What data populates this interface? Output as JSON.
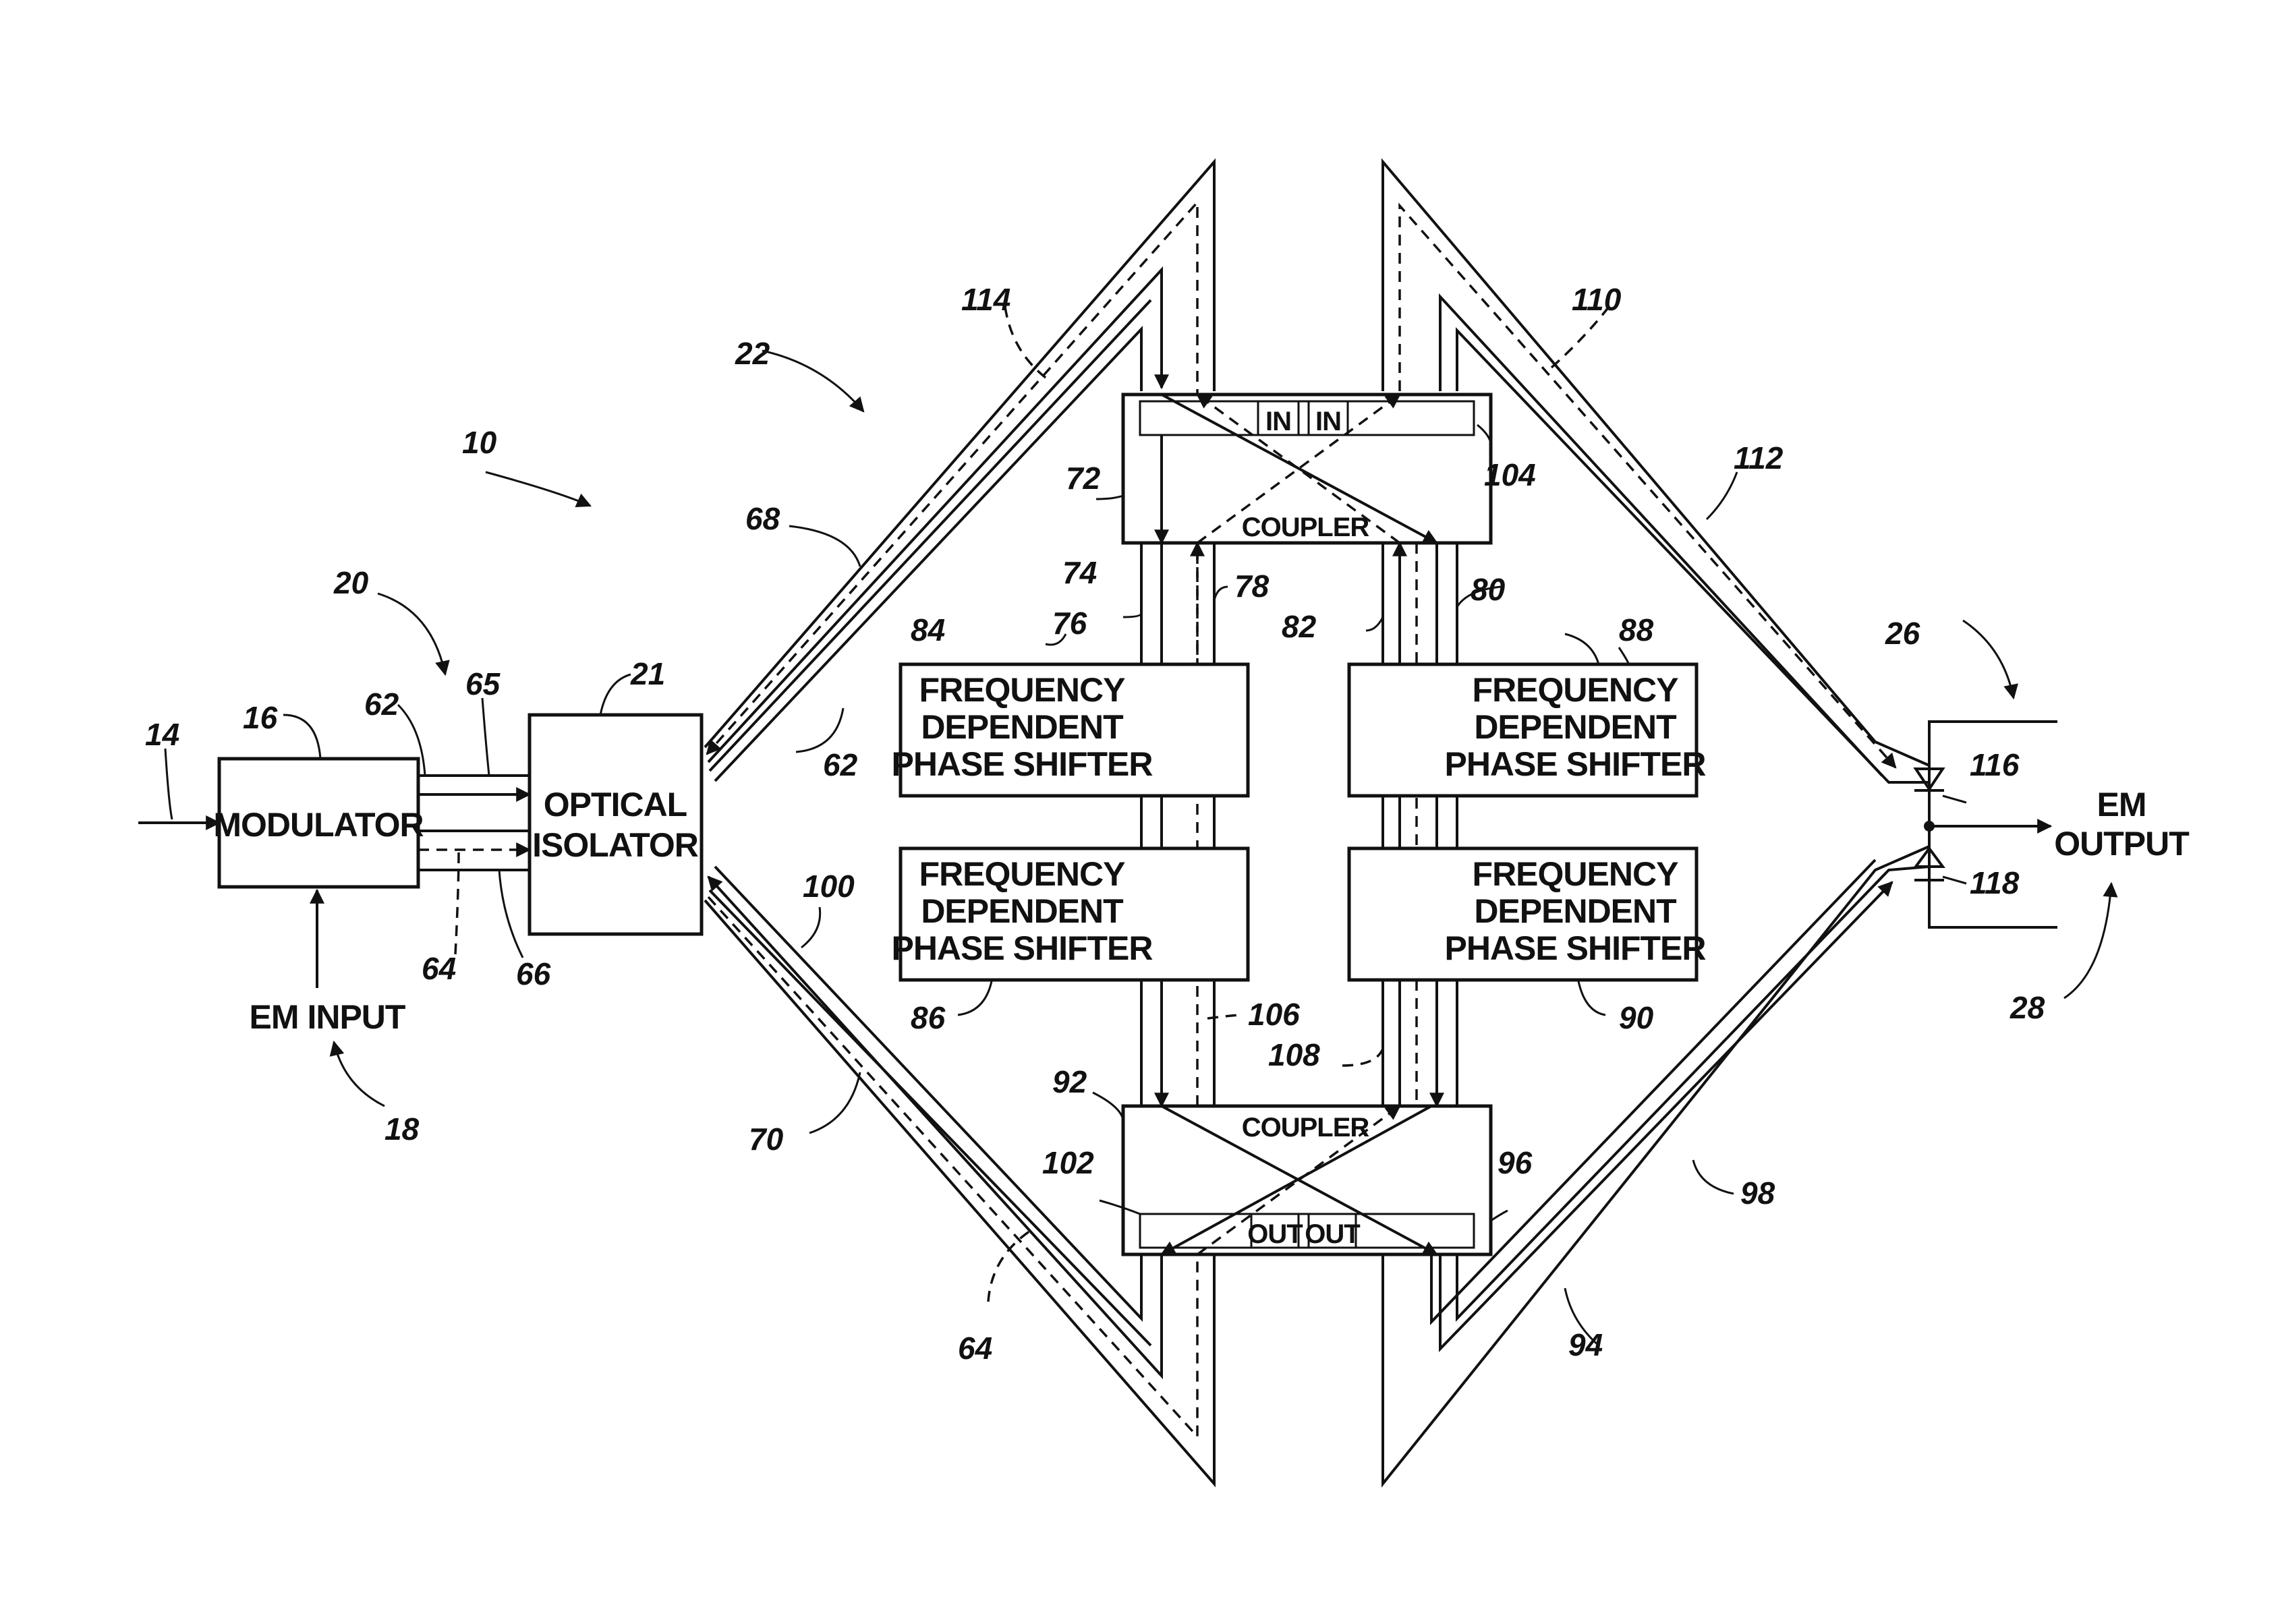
{
  "figure": {
    "blocks": {
      "modulator": "MODULATOR",
      "isolator_line1": "OPTICAL",
      "isolator_line2": "ISOLATOR",
      "phase_shifter_line1": "FREQUENCY",
      "phase_shifter_line2": "DEPENDENT",
      "phase_shifter_line3": "PHASE SHIFTER",
      "coupler": "COUPLER",
      "port_in": "IN",
      "port_out": "OUT"
    },
    "labels": {
      "em_input": "EM INPUT",
      "em_output_line1": "EM",
      "em_output_line2": "OUTPUT"
    },
    "refs": {
      "r10": "10",
      "r14": "14",
      "r16": "16",
      "r18": "18",
      "r20": "20",
      "r21": "21",
      "r22": "22",
      "r26": "26",
      "r28": "28",
      "r62a": "62",
      "r62b": "62",
      "r64a": "64",
      "r64b": "64",
      "r65": "65",
      "r66": "66",
      "r68": "68",
      "r70": "70",
      "r72": "72",
      "r74": "74",
      "r76": "76",
      "r78": "78",
      "r80": "80",
      "r82": "82",
      "r84": "84",
      "r86": "86",
      "r88": "88",
      "r90": "90",
      "r92": "92",
      "r94": "94",
      "r96": "96",
      "r98": "98",
      "r100": "100",
      "r102": "102",
      "r104": "104",
      "r106": "106",
      "r108": "108",
      "r110": "110",
      "r112": "112",
      "r114": "114",
      "r116": "116",
      "r118": "118"
    }
  }
}
